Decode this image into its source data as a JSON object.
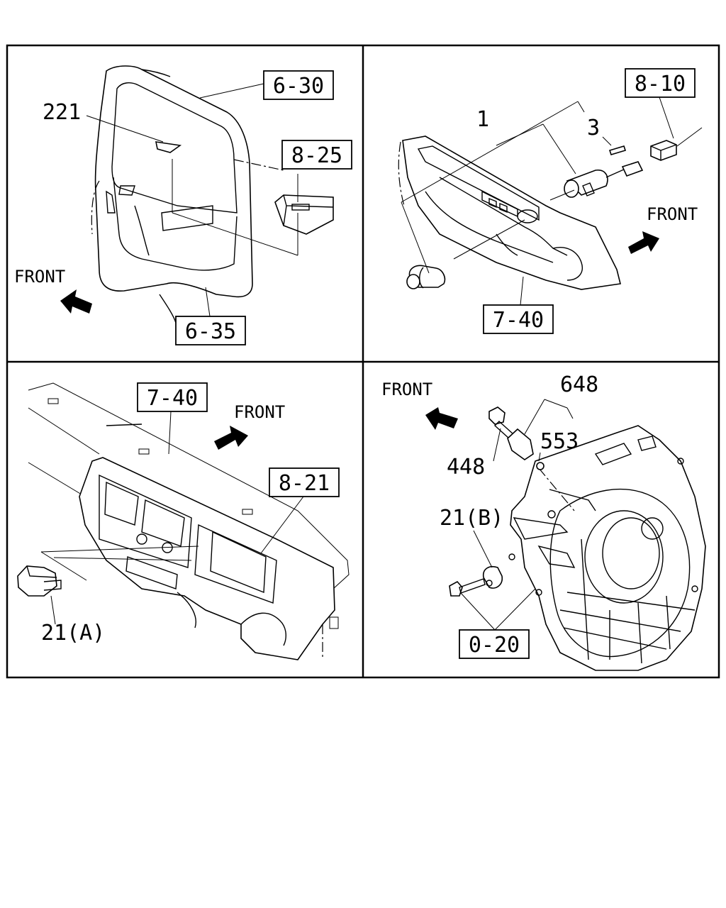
{
  "panels": {
    "top_left": {
      "boxed_labels": [
        "6-30",
        "8-25",
        "6-35"
      ],
      "plain_labels": [
        "221"
      ],
      "front": "FRONT"
    },
    "top_right": {
      "boxed_labels": [
        "8-10",
        "7-40"
      ],
      "plain_labels": [
        "1",
        "3"
      ],
      "front": "FRONT"
    },
    "bottom_left": {
      "boxed_labels": [
        "7-40",
        "8-21"
      ],
      "plain_labels": [
        "21(A)"
      ],
      "front": "FRONT"
    },
    "bottom_right": {
      "boxed_labels": [
        "0-20"
      ],
      "plain_labels": [
        "648",
        "553",
        "448",
        "21(B)"
      ],
      "front": "FRONT"
    }
  }
}
